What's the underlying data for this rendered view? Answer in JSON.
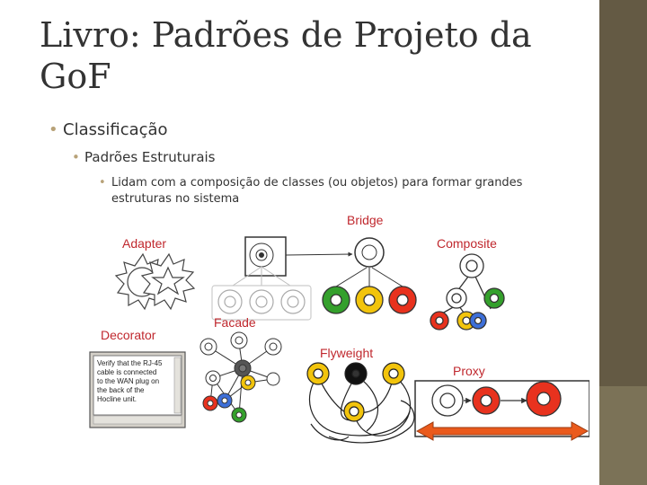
{
  "slide": {
    "title": "Livro: Padrões de Projeto da GoF",
    "bullets": [
      "Classificação",
      "Padrões Estruturais",
      "Lidam com a composição de classes (ou objetos) para formar grandes estruturas no sistema"
    ]
  },
  "figure": {
    "labels": {
      "bridge": "Bridge",
      "adapter": "Adapter",
      "composite": "Composite",
      "facade": "Facade",
      "decorator": "Decorator",
      "flyweight": "Flyweight",
      "proxy": "Proxy"
    },
    "decorator_text": [
      "Verify that the RJ-45",
      "cable is connected",
      "to the WAN plug on",
      "the back of the",
      "Hocline unit."
    ]
  },
  "colors": {
    "side_bar": "#645a44",
    "side_bar_lower": "#7b7257",
    "bullet": "#b8a278",
    "pattern_label": "#c0282e",
    "red": "#e8321e",
    "green": "#34a02c",
    "yellow": "#f2c40c",
    "blue": "#3d6fd8",
    "proxy_arrow": "#ea5a1c"
  }
}
